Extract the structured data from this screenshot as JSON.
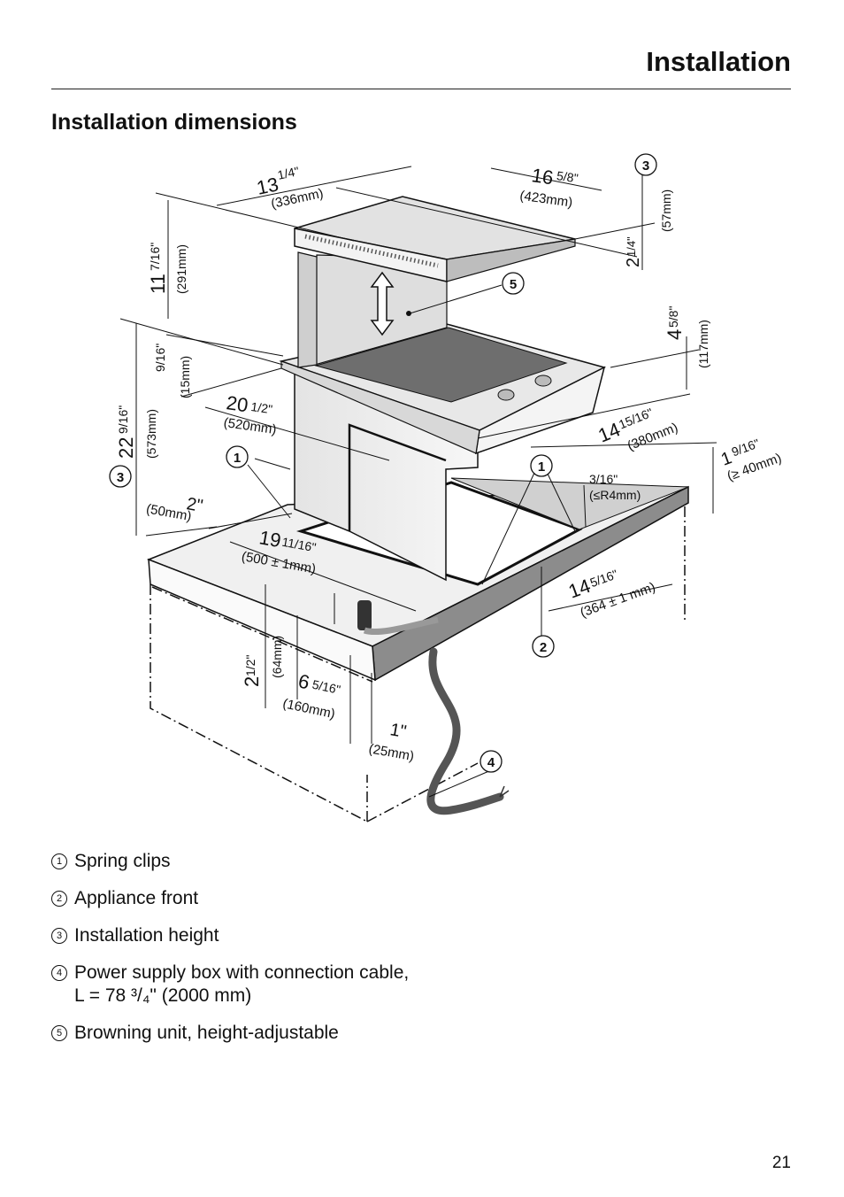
{
  "header": {
    "section": "Installation"
  },
  "heading": "Installation dimensions",
  "diagram": {
    "callouts": [
      "1",
      "2",
      "3",
      "4",
      "5"
    ],
    "dimensions": {
      "d1_in": "13",
      "d1_frac": "1/4\"",
      "d1_mm": "(336mm)",
      "d2_in": "16",
      "d2_frac": "5/8\"",
      "d2_mm": "(423mm)",
      "d3_in": "2",
      "d3_frac": "1/4\"",
      "d3_mm": "(57mm)",
      "d4_in": "11",
      "d4_frac": "7/16\"",
      "d4_mm": "(291mm)",
      "d5_in": "4",
      "d5_frac": "5/8\"",
      "d5_mm": "(117mm)",
      "d6_frac": "9/16\"",
      "d6_mm": "(15mm)",
      "d7_in": "20",
      "d7_frac": "1/2\"",
      "d7_mm": "(520mm)",
      "d8_in": "22",
      "d8_frac": "9/16\"",
      "d8_mm": "(573mm)",
      "d9_in": "14",
      "d9_frac": "15/16\"",
      "d9_mm": "(380mm)",
      "d10_in": "1",
      "d10_frac": "9/16\"",
      "d10_mm": "(≥ 40mm)",
      "d11_text": "3/16\"",
      "d11_mm": "(≤R4mm)",
      "d12_text": "2\"",
      "d12_mm": "(50mm)",
      "d13_in": "19",
      "d13_frac": "11/16\"",
      "d13_mm": "(500 ± 1mm)",
      "d14_in": "14",
      "d14_frac": "5/16\"",
      "d14_mm": "(364 ± 1 mm)",
      "d15_in": "2",
      "d15_frac": "1/2\"",
      "d15_mm": "(64mm)",
      "d16_in": "6",
      "d16_frac": "5/16\"",
      "d16_mm": "(160mm)",
      "d17_text": "1\"",
      "d17_mm": "(25mm)"
    }
  },
  "legend": [
    {
      "num": "1",
      "text": "Spring clips"
    },
    {
      "num": "2",
      "text": "Appliance front"
    },
    {
      "num": "3",
      "text": "Installation height"
    },
    {
      "num": "4",
      "text": "Power supply box with connection cable,",
      "text2": "L = 78 ³/₄\" (2000 mm)"
    },
    {
      "num": "5",
      "text": "Browning unit, height-adjustable"
    }
  ],
  "page_number": "21"
}
